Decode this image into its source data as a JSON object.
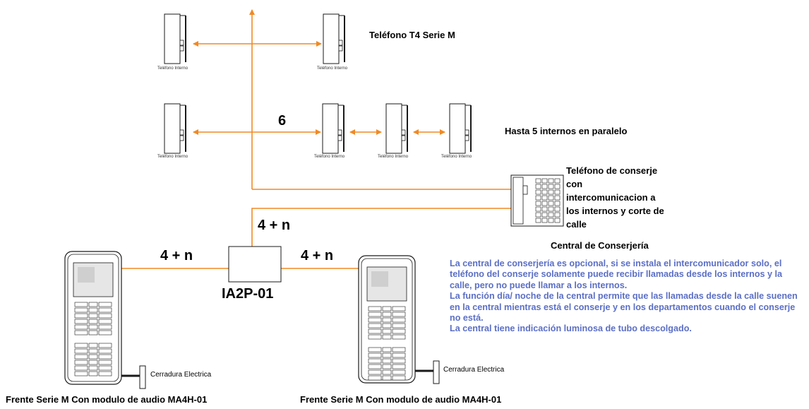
{
  "colors": {
    "wire": "#f08a24",
    "note_text": "#5b6fc6",
    "line": "#1a1a1a"
  },
  "phones": {
    "label": "Teléfono Interno",
    "row1_title": "Teléfono T4 Serie M",
    "row2_title": "Hasta 5 internos en paralelo",
    "row2_wire_count": "6"
  },
  "concierge": {
    "description_lines": [
      "Teléfono de conserje",
      "con",
      "intercomunicacion a",
      "los internos y corte de",
      "calle"
    ],
    "title": "Central de Conserjería"
  },
  "bus": {
    "upper_label": "4 + n",
    "left_label": "4 + n",
    "right_label": "4 + n"
  },
  "interface": {
    "label": "IA2P-01"
  },
  "panels": {
    "left_caption": "Frente Serie M Con modulo de audio MA4H-01",
    "right_caption": "Frente Serie M Con modulo de audio MA4H-01",
    "lock_label": "Cerradura Electrica"
  },
  "note": {
    "paragraphs": [
      "La central de conserjería es opcional, si se instala el intercomunicador solo, el teléfono del conserje solamente puede recibir llamadas desde los internos y la calle, pero no puede llamar a los internos.",
      "La función día/ noche de la central permite que las llamadas desde la calle suenen en la central mientras está el conserje y en los departamentos cuando el conserje no está.",
      "La central tiene indicación luminosa de tubo descolgado."
    ]
  }
}
